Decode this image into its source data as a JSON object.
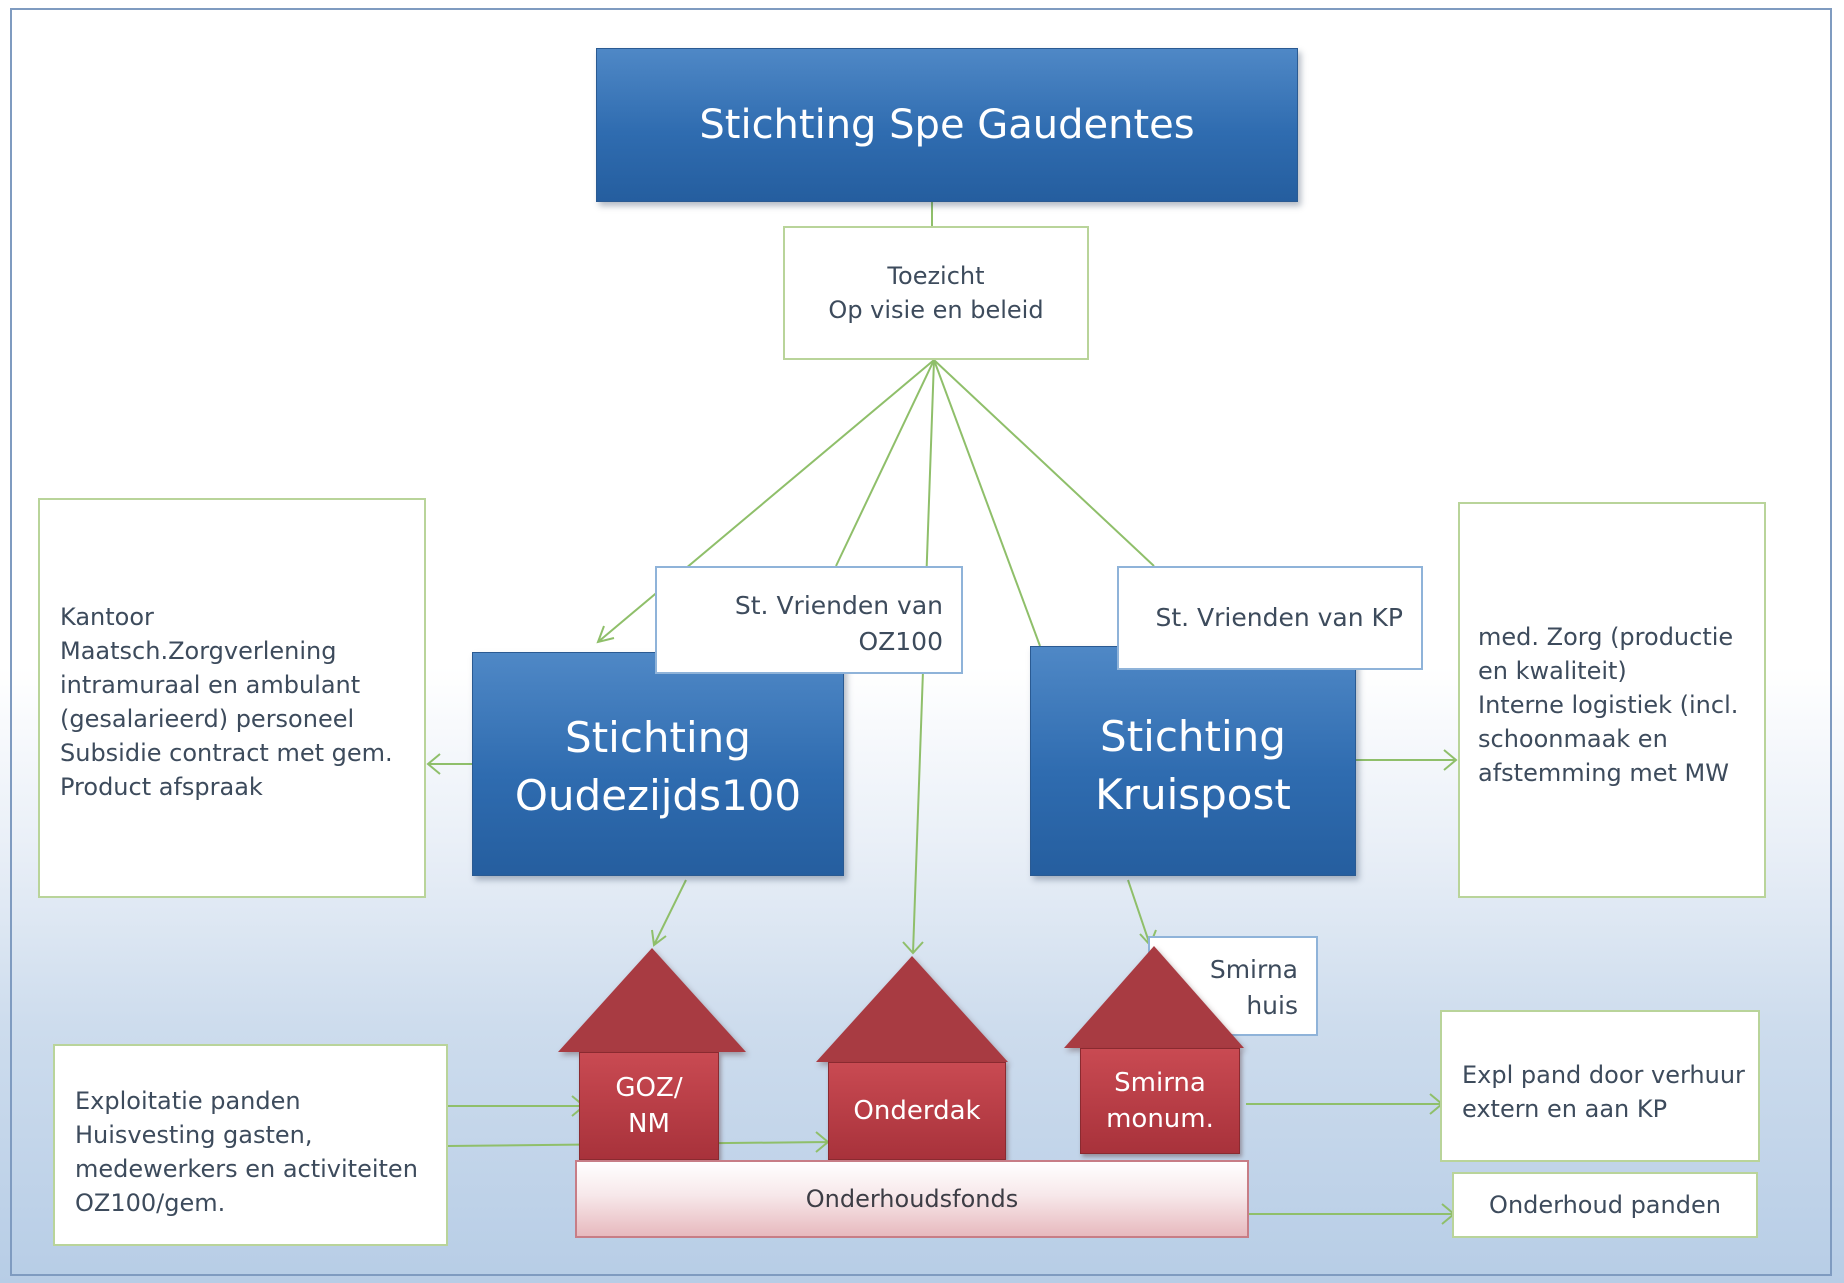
{
  "colors": {
    "blue_box": "#2f6cb0",
    "house_red": "#a8323b",
    "connector_green": "#8fbf6a",
    "accent_border_blue": "#8fb3d9"
  },
  "top": {
    "title": "Stichting Spe Gaudentes"
  },
  "toezicht": {
    "text": "Toezicht\nOp visie en beleid"
  },
  "oz100": {
    "title": "Stichting\nOudezijds100",
    "friends": "St. Vrienden van\nOZ100"
  },
  "kruispost": {
    "title": "Stichting\nKruispost",
    "friends": "St. Vrienden van KP"
  },
  "left_info": {
    "text": "Kantoor\nMaatsch.Zorgverlening\nintramuraal en ambulant\n(gesalarieerd) personeel\nSubsidie contract met gem.\nProduct afspraak"
  },
  "right_info": {
    "text": " med. Zorg (productie\nen kwaliteit)\nInterne logistiek (incl.\nschoonmaak en\nafstemming met MW"
  },
  "houses": {
    "goz": "GOZ/\nNM",
    "onderdak": "Onderdak",
    "smirna": "Smirna\nmonum.",
    "smirna_huis": "Smirna\nhuis"
  },
  "exploitatie": {
    "text": "Exploitatie panden\nHuisvesting gasten,\nmedewerkers en activiteiten\nOZ100/gem."
  },
  "fund": {
    "label": "Onderhoudsfonds"
  },
  "expl_pand": {
    "text": "Expl pand door verhuur\nextern en aan KP"
  },
  "onderhoud": {
    "text": "Onderhoud panden"
  }
}
